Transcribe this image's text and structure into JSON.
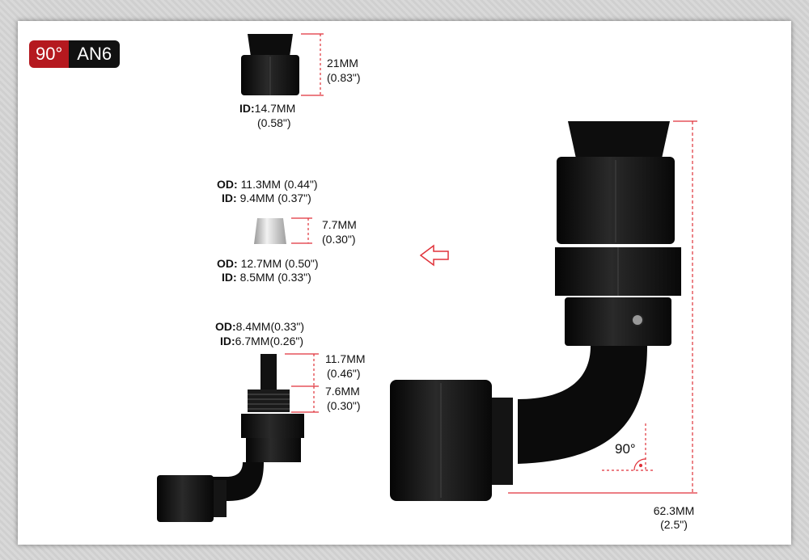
{
  "badge": {
    "angle": "90°",
    "size": "AN6"
  },
  "socket": {
    "height_mm": "21MM",
    "height_in": "(0.83\")",
    "id_label": "ID:",
    "id_mm": "14.7MM",
    "id_in": "(0.58\")"
  },
  "ferrule": {
    "top_od_label": "OD:",
    "top_od": "11.3MM (0.44\")",
    "top_id_label": "ID:",
    "top_id": "9.4MM (0.37\")",
    "height_mm": "7.7MM",
    "height_in": "(0.30\")",
    "bot_od_label": "OD:",
    "bot_od": "12.7MM (0.50\")",
    "bot_id_label": "ID:",
    "bot_id": "8.5MM (0.33\")"
  },
  "nipple": {
    "od_label": "OD:",
    "od": "8.4MM(0.33\")",
    "id_label": "ID:",
    "id": "6.7MM(0.26\")",
    "h1_mm": "11.7MM",
    "h1_in": "(0.46\")",
    "h2_mm": "7.6MM",
    "h2_in": "(0.30\")"
  },
  "main": {
    "angle_label": "90°",
    "length_mm": "62.3MM",
    "length_in": "(2.5\")"
  },
  "colors": {
    "accent": "#b5191f",
    "dimension_line": "#e0323a",
    "fitting": "#0d0d0d"
  }
}
